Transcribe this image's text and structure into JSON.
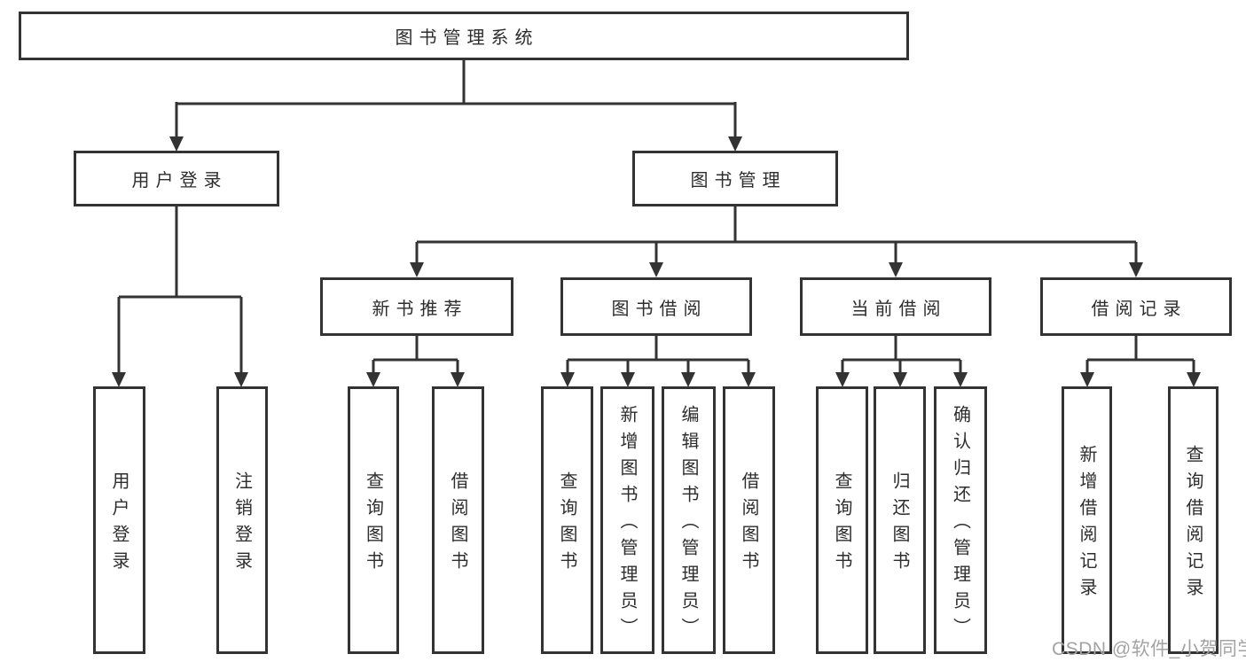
{
  "diagram": {
    "type": "hierarchy-tree",
    "root": {
      "label": "图书管理系统",
      "children": [
        {
          "label": "用户登录",
          "children": [
            {
              "label": "用户登录"
            },
            {
              "label": "注销登录"
            }
          ]
        },
        {
          "label": "图书管理",
          "children": [
            {
              "label": "新书推荐",
              "children": [
                {
                  "label": "查询图书"
                },
                {
                  "label": "借阅图书"
                }
              ]
            },
            {
              "label": "图书借阅",
              "children": [
                {
                  "label": "查询图书"
                },
                {
                  "label": "新增图书（管理员）"
                },
                {
                  "label": "编辑图书（管理员）"
                },
                {
                  "label": "借阅图书"
                }
              ]
            },
            {
              "label": "当前借阅",
              "children": [
                {
                  "label": "查询图书"
                },
                {
                  "label": "归还图书"
                },
                {
                  "label": "确认归还（管理员）"
                }
              ]
            },
            {
              "label": "借阅记录",
              "children": [
                {
                  "label": "新增借阅记录"
                },
                {
                  "label": "查询借阅记录"
                }
              ]
            }
          ]
        }
      ]
    },
    "colors": {
      "line": "#333333",
      "text": "#2d2d2d",
      "background": "#ffffff",
      "watermark": "#a3a3a3"
    }
  },
  "watermark": {
    "text": "CSDN @软件_小贺同学"
  }
}
